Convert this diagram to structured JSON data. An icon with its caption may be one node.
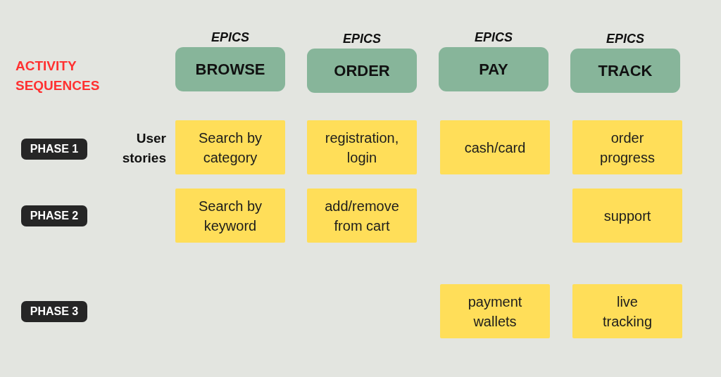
{
  "diagram": {
    "nodes": [
      {
        "text": [
          "EPICS",
          "BROWSE"
        ]
      },
      {
        "text": [
          "EPICS",
          "ORDER"
        ]
      },
      {
        "text": [
          "EPICS",
          "PAY"
        ]
      },
      {
        "text": [
          "EPICS",
          "TRACK"
        ]
      },
      {
        "text": [
          "PHASE 1"
        ]
      },
      {
        "text": [
          "Search by category"
        ]
      },
      {
        "text": [
          "registration, login"
        ]
      },
      {
        "text": [
          "cash/card"
        ]
      },
      {
        "text": [
          "order progress"
        ]
      },
      {
        "text": [
          "PHASE 2"
        ]
      },
      {
        "text": [
          "Search by keyword"
        ]
      },
      {
        "text": [
          "add/remove from cart"
        ]
      },
      {
        "text": [
          "support"
        ]
      },
      {
        "text": [
          "PHASE 3"
        ]
      },
      {
        "text": [
          "payment wallets"
        ]
      },
      {
        "text": [
          "live tracking"
        ]
      }
    ],
    "labels": [
      "ACTIVITY SEQUENCES",
      "User stories"
    ]
  }
}
